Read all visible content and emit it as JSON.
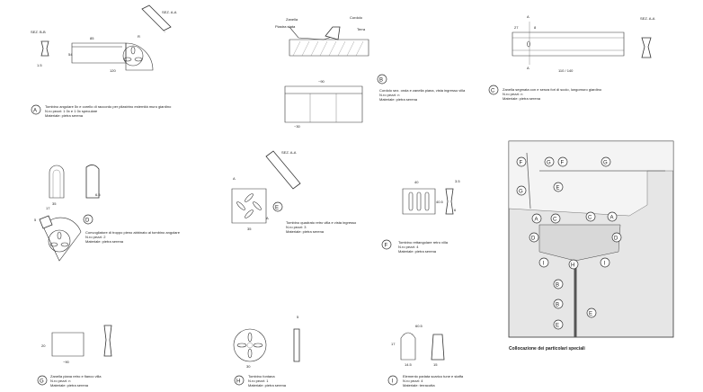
{
  "details": {
    "A": {
      "letter": "A",
      "section": "SEZ. B-B",
      "section2": "SEZ. A-A",
      "dims": [
        "85",
        "R",
        "54",
        "120",
        "1.5"
      ],
      "desc": [
        "Tombino angolare 5x e corello di raccordo per pilastrino esternità muro giardino",
        "N.ro pezzi: 1 0x e 1 0x speculare",
        "Materiale: pietra serena"
      ]
    },
    "B": {
      "letter": "B",
      "labels": [
        "Zanella",
        "Piastra stata",
        "Cordolo",
        "Terra"
      ],
      "dims": [
        "~90",
        "~30"
      ],
      "desc": [
        "Cordolo sez. onda e zanella piana, vista ingresso villa",
        "N.ro pezzi: n",
        "Materiale: pietra serena"
      ]
    },
    "C": {
      "letter": "C",
      "section": "SEZ. A-A",
      "dims": [
        "27",
        "8",
        "110 / 140",
        "A",
        "A"
      ],
      "desc": [
        "Zanella segmata con e senza fori di scolo, lungomuro giardino",
        "N.ro pezzi: n",
        "Materiale: pietra serena"
      ]
    },
    "D": {
      "letter": "D",
      "dims": [
        "35",
        "17",
        "6.5",
        "5"
      ],
      "desc": [
        "Convogliatore di troppo pieno abbinato al tombino angolare",
        "N.ro pezzi: 2",
        "Materiale: pietra serena"
      ]
    },
    "E": {
      "letter": "E",
      "section": "SEZ. A-A",
      "dims": [
        "35",
        "A",
        "A"
      ],
      "desc": [
        "Tombino quadrato retro villa e vista ingresso",
        "N.ro pezzi: 3",
        "Materiale: pietra serena"
      ]
    },
    "F": {
      "letter": "F",
      "dims": [
        "40",
        "40.5",
        "3.5",
        "6"
      ],
      "desc": [
        "Tombino rettangolare retro villa",
        "N.ro pezzi: 4",
        "Materiale: pietra serena"
      ]
    },
    "G": {
      "letter": "G",
      "dims": [
        "~90",
        "20"
      ],
      "desc": [
        "Zanella piana retro e fianco villa",
        "N.ro pezzi: n",
        "Materiale: pietra serena"
      ]
    },
    "H": {
      "letter": "H",
      "dims": [
        "5",
        "30"
      ],
      "desc": [
        "Tombino fontana",
        "N.ro pezzi: 1",
        "Materiale: pietra serena"
      ]
    },
    "I": {
      "letter": "I",
      "dims": [
        "60.5",
        "14.5",
        "15",
        "17"
      ],
      "desc": [
        "Elemento parlata scarico tune e staffa",
        "N.ro pezzi: 4",
        "Materiale: terracotta"
      ]
    }
  },
  "plan": {
    "caption": "Collocazione dei particolari speciali",
    "markers": [
      "F",
      "G",
      "F",
      "G",
      "G",
      "E",
      "A",
      "C",
      "C",
      "A",
      "D",
      "D",
      "I",
      "H",
      "I",
      "B",
      "B",
      "E",
      "E"
    ]
  },
  "colors": {
    "ink": "#222222",
    "paper": "#ffffff",
    "photo": "#e6e6e6"
  }
}
